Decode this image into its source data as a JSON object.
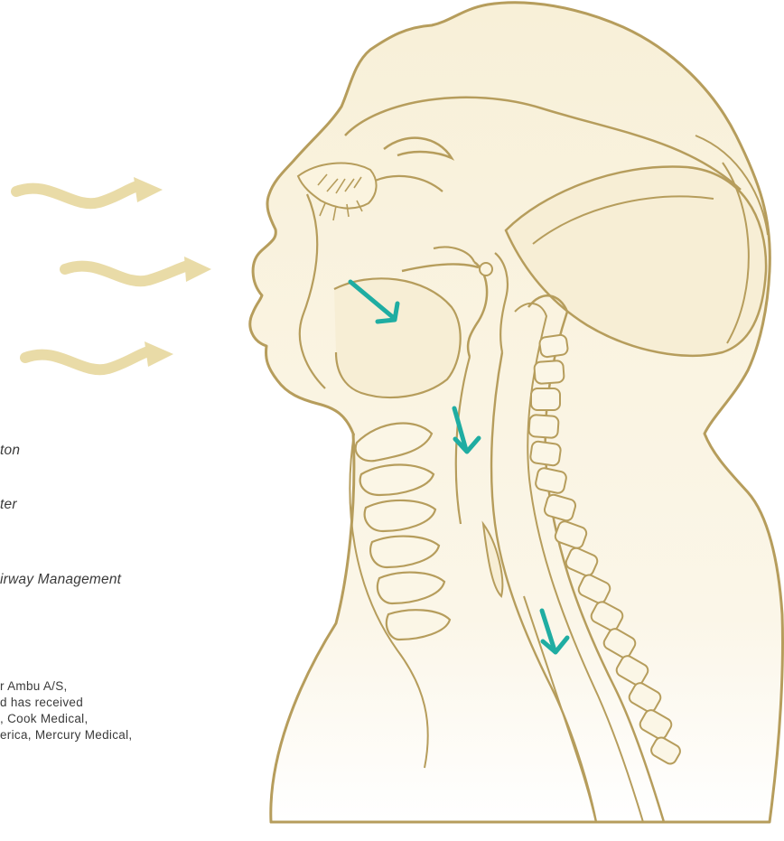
{
  "colors": {
    "line": "#b69d5c",
    "fill": "#fbf5e3",
    "airflow": "#e9dba7",
    "arrow": "#1fada2",
    "text": "#3a3a3a"
  },
  "text_fragments": {
    "italic_lines": [
      "ton",
      "ter",
      "irway Management"
    ],
    "disclosure_lines": [
      "r Ambu A/S,",
      "d has received",
      ", Cook Medical,",
      "erica, Mercury Medical,"
    ]
  }
}
